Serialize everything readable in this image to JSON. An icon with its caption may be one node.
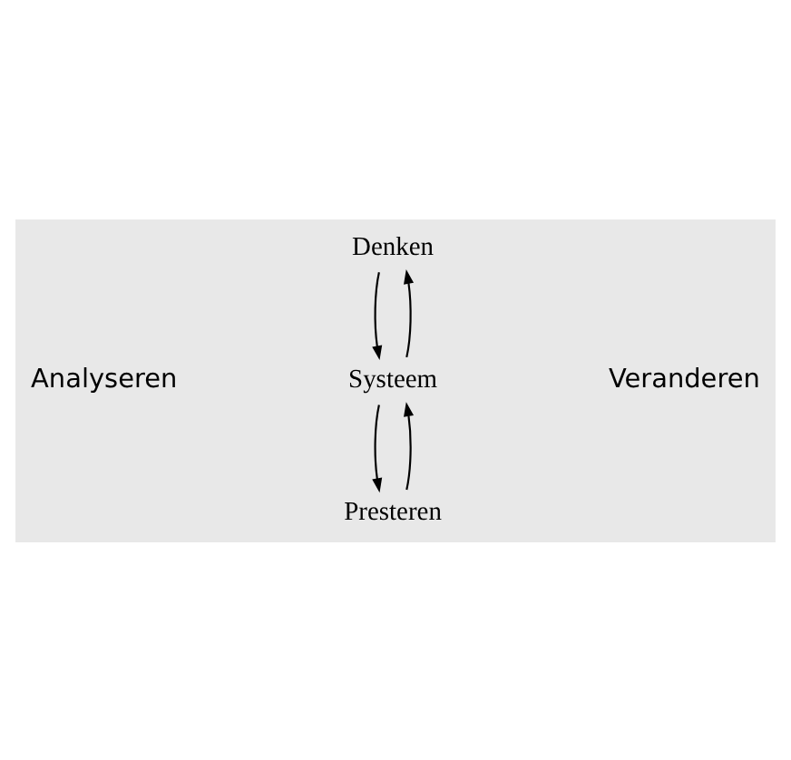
{
  "diagram": {
    "nodes": [
      {
        "text": [
          "Denken"
        ]
      },
      {
        "text": [
          "Systeem"
        ]
      },
      {
        "text": [
          "Presteren"
        ]
      }
    ],
    "edges": [
      {
        "from": 1,
        "to": 0,
        "arrow": "to"
      },
      {
        "from": 0,
        "to": 1,
        "arrow": "to"
      },
      {
        "from": 2,
        "to": 1,
        "arrow": "to"
      },
      {
        "from": 1,
        "to": 2,
        "arrow": "to"
      }
    ],
    "labels": [
      "Analyseren",
      "Veranderen"
    ]
  }
}
